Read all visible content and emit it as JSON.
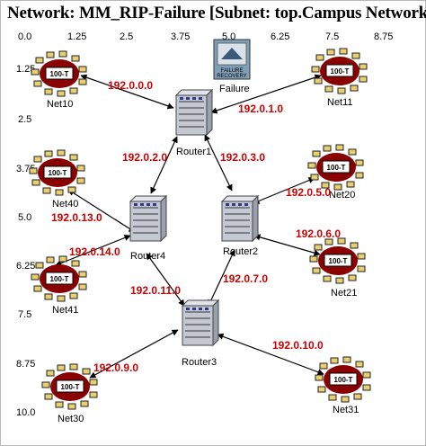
{
  "header": {
    "title": "Network: MM_RIP-Failure [Subnet: top.Campus Network]"
  },
  "axis": {
    "x_ticks": [
      "0.0",
      "1.25",
      "2.5",
      "3.75",
      "5.0",
      "6.25",
      "7.5",
      "8.75"
    ],
    "y_ticks": [
      "1.25",
      "2.5",
      "3.75",
      "5.0",
      "6.25",
      "7.5",
      "8.75",
      "10.0"
    ]
  },
  "failure_node": {
    "label": "Failure",
    "icon_text_1": "FAILURE",
    "icon_text_2": "RECOVERY"
  },
  "routers": [
    {
      "id": "router1",
      "label": "Router1"
    },
    {
      "id": "router2",
      "label": "Router2"
    },
    {
      "id": "router3",
      "label": "Router3"
    },
    {
      "id": "router4",
      "label": "Router4"
    }
  ],
  "hubs": [
    {
      "id": "net10",
      "label": "Net10",
      "badge": "100-T"
    },
    {
      "id": "net11",
      "label": "Net11",
      "badge": "100-T"
    },
    {
      "id": "net40",
      "label": "Net40",
      "badge": "100-T"
    },
    {
      "id": "net20",
      "label": "Net20",
      "badge": "100-T"
    },
    {
      "id": "net41",
      "label": "Net41",
      "badge": "100-T"
    },
    {
      "id": "net21",
      "label": "Net21",
      "badge": "100-T"
    },
    {
      "id": "net30",
      "label": "Net30",
      "badge": "100-T"
    },
    {
      "id": "net31",
      "label": "Net31",
      "badge": "100-T"
    }
  ],
  "subnets": [
    {
      "id": "s0",
      "label": "192.0.0.0"
    },
    {
      "id": "s1",
      "label": "192.0.1.0"
    },
    {
      "id": "s2",
      "label": "192.0.2.0"
    },
    {
      "id": "s3",
      "label": "192.0.3.0"
    },
    {
      "id": "s13",
      "label": "192.0.13.0"
    },
    {
      "id": "s5",
      "label": "192.0.5.0"
    },
    {
      "id": "s14",
      "label": "192.0.14.0"
    },
    {
      "id": "s6",
      "label": "192.0.6.0"
    },
    {
      "id": "s11",
      "label": "192.0.11.0"
    },
    {
      "id": "s7",
      "label": "192.0.7.0"
    },
    {
      "id": "s10",
      "label": "192.0.10.0"
    },
    {
      "id": "s9",
      "label": "192.0.9.0"
    }
  ],
  "colors": {
    "subnet_text": "#cc0000",
    "hub_body": "#7a0000",
    "badge_bg": "#ffffff",
    "router_body": "#c8ccd4",
    "failure_bg": "#7f9fb8"
  }
}
